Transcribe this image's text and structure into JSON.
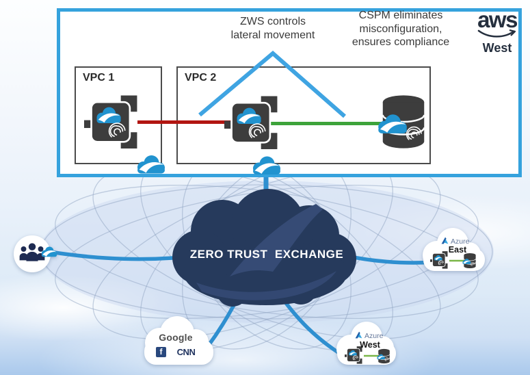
{
  "region_box": {
    "zws_note": {
      "line1": "ZWS controls",
      "line2": "lateral movement"
    },
    "cspm_note": {
      "line1": "CSPM eliminates",
      "line2": "misconfiguration,",
      "line3": "ensures compliance"
    },
    "aws": {
      "wordmark": "aws",
      "region": "West"
    },
    "vpc1": {
      "label": "VPC 1"
    },
    "vpc2": {
      "label": "VPC 2"
    }
  },
  "exchange": {
    "label": "ZERO TRUST  EXCHANGE"
  },
  "connected_nodes": {
    "azure_east": {
      "brand": "Azure",
      "region": "East"
    },
    "azure_west": {
      "brand": "Azure",
      "region": "West"
    },
    "internet": {
      "google": "Google",
      "facebook_initial": "f",
      "cnn": "CNN"
    }
  },
  "legend_colors": {
    "region_border": "#35a2dd",
    "blocked_traffic": "#b21511",
    "allowed_traffic": "#3da33a",
    "connector_blue": "#2e8fd0",
    "exchange_navy": "#263a5c",
    "zscaler_blue": "#2193cf"
  }
}
